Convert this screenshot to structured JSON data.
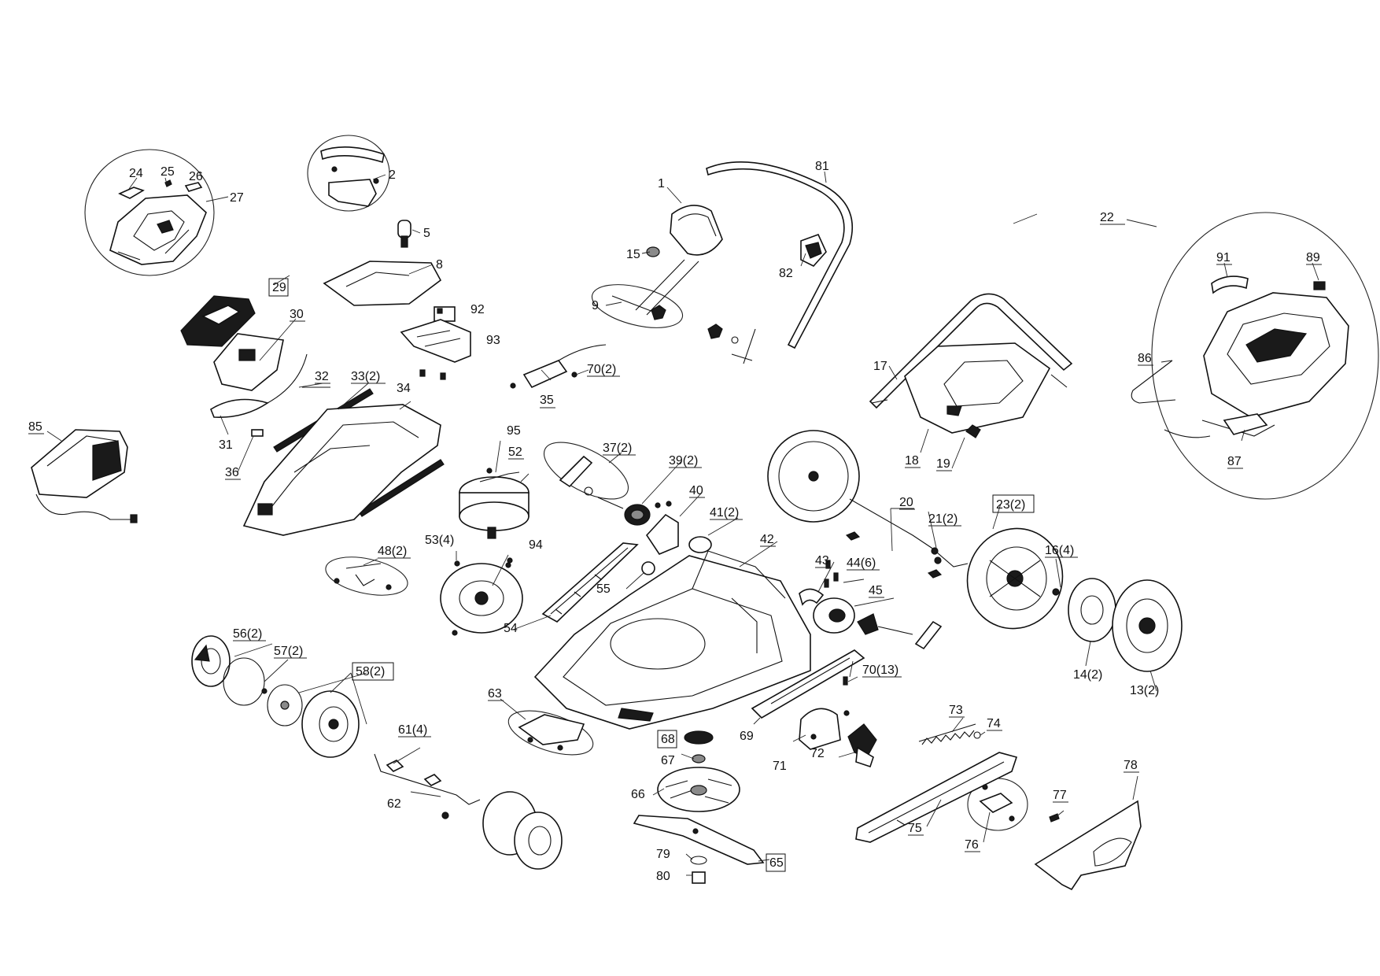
{
  "labels": {
    "l1": "1",
    "l2": "2",
    "l5": "5",
    "l8": "8",
    "l9": "9",
    "l13": "13(2)",
    "l14": "14(2)",
    "l15": "15",
    "l16": "16(4)",
    "l17": "17",
    "l18": "18",
    "l19": "19",
    "l20": "20",
    "l21": "21(2)",
    "l22": "22",
    "l23": "23(2)",
    "l24": "24",
    "l25": "25",
    "l26": "26",
    "l27": "27",
    "l29": "29",
    "l30": "30",
    "l31": "31",
    "l32": "32",
    "l33": "33(2)",
    "l34": "34",
    "l35": "35",
    "l36": "36",
    "l37": "37(2)",
    "l39": "39(2)",
    "l40": "40",
    "l41": "41(2)",
    "l42": "42",
    "l43": "43",
    "l44": "44(6)",
    "l45": "45",
    "l48": "48(2)",
    "l52": "52",
    "l53": "53(4)",
    "l54": "54",
    "l55": "55",
    "l56": "56(2)",
    "l57": "57(2)",
    "l58": "58(2)",
    "l61": "61(4)",
    "l62": "62",
    "l63": "63",
    "l65": "65",
    "l66": "66",
    "l67": "67",
    "l68": "68",
    "l69": "69",
    "l70a": "70(2)",
    "l70b": "70(13)",
    "l71": "71",
    "l72": "72",
    "l73": "73",
    "l74": "74",
    "l75": "75",
    "l76": "76",
    "l77": "77",
    "l78": "78",
    "l79": "79",
    "l80": "80",
    "l81": "81",
    "l82": "82",
    "l85": "85",
    "l86": "86",
    "l87": "87",
    "l89": "89",
    "l91": "91",
    "l92": "92",
    "l93": "93",
    "l94": "94",
    "l95": "95"
  }
}
